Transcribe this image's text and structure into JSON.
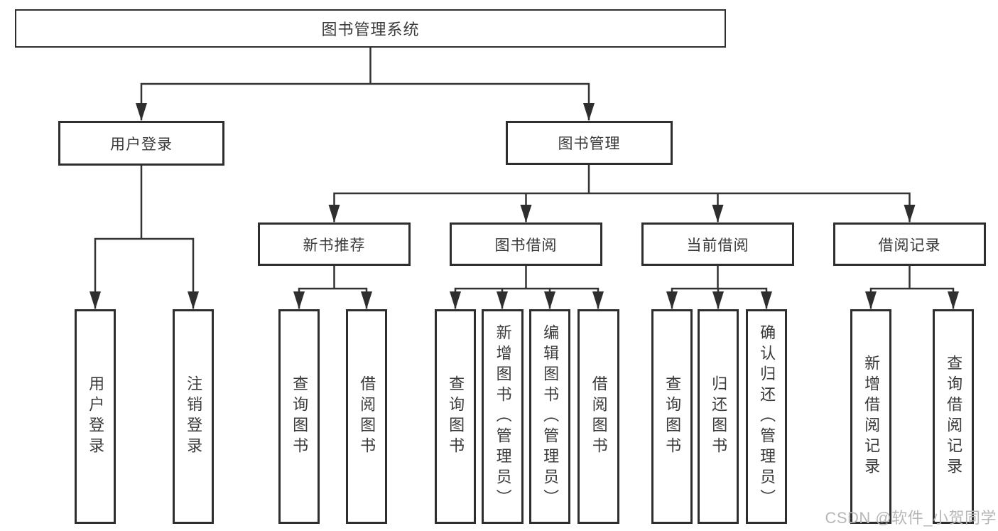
{
  "colors": {
    "line": "#333333",
    "box_border": "#2e2e2e",
    "text": "#3a3a3a",
    "watermark": "#b7b7b7"
  },
  "watermark": "CSDN @软件_小贺同学",
  "tree": {
    "label": "图书管理系统",
    "children": [
      {
        "label": "用户登录",
        "children": [
          {
            "label": "用户登录"
          },
          {
            "label": "注销登录"
          }
        ]
      },
      {
        "label": "图书管理",
        "children": [
          {
            "label": "新书推荐",
            "children": [
              {
                "label": "查询图书"
              },
              {
                "label": "借阅图书"
              }
            ]
          },
          {
            "label": "图书借阅",
            "children": [
              {
                "label": "查询图书"
              },
              {
                "label": "新增图书（管理员）"
              },
              {
                "label": "编辑图书（管理员）"
              },
              {
                "label": "借阅图书"
              }
            ]
          },
          {
            "label": "当前借阅",
            "children": [
              {
                "label": "查询图书"
              },
              {
                "label": "归还图书"
              },
              {
                "label": "确认归还（管理员）"
              }
            ]
          },
          {
            "label": "借阅记录",
            "children": [
              {
                "label": "新增借阅记录"
              },
              {
                "label": "查询借阅记录"
              }
            ]
          }
        ]
      }
    ]
  }
}
